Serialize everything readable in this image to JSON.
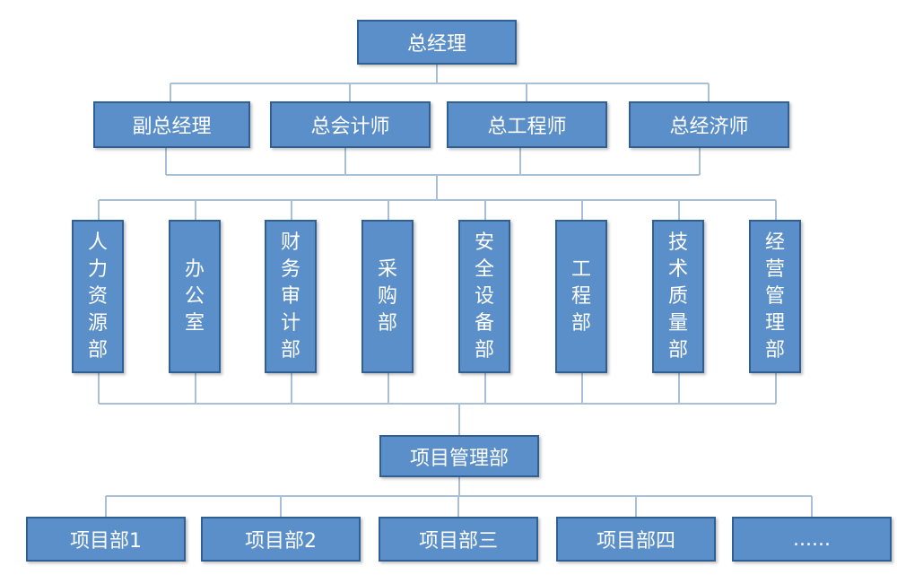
{
  "top": "总经理",
  "deputies": [
    "副总经理",
    "总会计师",
    "总工程师",
    "总经济师"
  ],
  "departments": [
    "人力资源部",
    "办公室",
    "财务审计部",
    "采购部",
    "安全设备部",
    "工程部",
    "技术质量部",
    "经营管理部"
  ],
  "project_management": "项目管理部",
  "projects": [
    "项目部1",
    "项目部2",
    "项目部三",
    "项目部四",
    "......"
  ],
  "colors": {
    "box_fill": "#5b8fc9",
    "box_border": "#2f5f93",
    "connector": "#a9bfd6",
    "text": "#ffffff"
  }
}
